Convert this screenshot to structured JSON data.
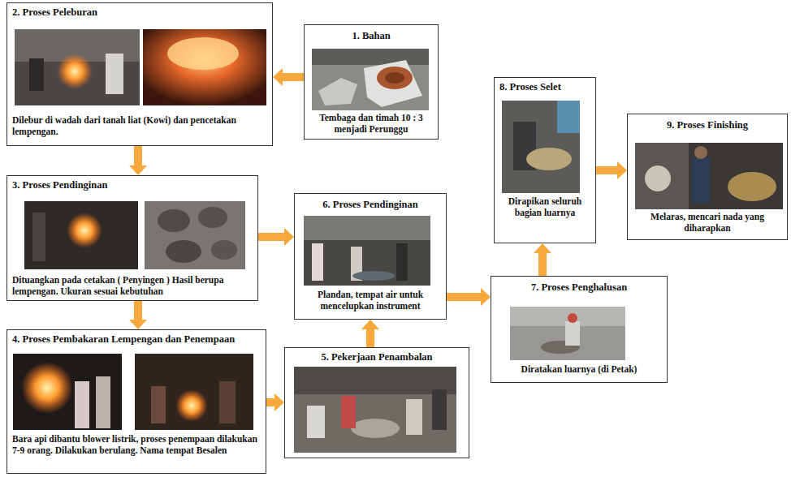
{
  "diagram": {
    "nodes": [
      {
        "text": [
          "1. Bahan",
          "Tembaga dan timah 10 : 3 menjadi Perunggu"
        ]
      },
      {
        "text": [
          "2. Proses Peleburan",
          "Dilebur di wadah dari tanah liat (Kowi) dan pencetakan lempengan."
        ]
      },
      {
        "text": [
          "3. Proses Pendinginan",
          "Dituangkan pada cetakan ( Penyingen ) Hasil berupa lempengan. Ukuran sesuai kebutuhan"
        ]
      },
      {
        "text": [
          "4. Proses Pembakaran Lempengan dan Penempaan",
          "Bara api dibantu blower listrik, proses penempaan dilakukan 7-9 orang. Dilakukan berulang. Nama tempat Besalen"
        ]
      },
      {
        "text": [
          "5. Pekerjaan Penambalan"
        ]
      },
      {
        "text": [
          "6. Proses Pendinginan",
          "Plandan, tempat air untuk mencelupkan instrument"
        ]
      },
      {
        "text": [
          "7. Proses Penghalusan",
          "Diratakan luarnya (di Petak)"
        ]
      },
      {
        "text": [
          "8. Proses Selet",
          "Dirapikan seluruh bagian luarnya"
        ]
      },
      {
        "text": [
          "9. Proses Finishing",
          "Melaras, mencari nada yang diharapkan"
        ]
      }
    ],
    "edges": [
      {
        "from": 0,
        "to": 1,
        "arrow": "to"
      },
      {
        "from": 1,
        "to": 2,
        "arrow": "to"
      },
      {
        "from": 2,
        "to": 3,
        "arrow": "to"
      },
      {
        "from": 2,
        "to": 5,
        "arrow": "to"
      },
      {
        "from": 3,
        "to": 4,
        "arrow": "to"
      },
      {
        "from": 4,
        "to": 5,
        "arrow": "to"
      },
      {
        "from": 5,
        "to": 6,
        "arrow": "to"
      },
      {
        "from": 6,
        "to": 7,
        "arrow": "to"
      },
      {
        "from": 7,
        "to": 8,
        "arrow": "to"
      }
    ]
  }
}
